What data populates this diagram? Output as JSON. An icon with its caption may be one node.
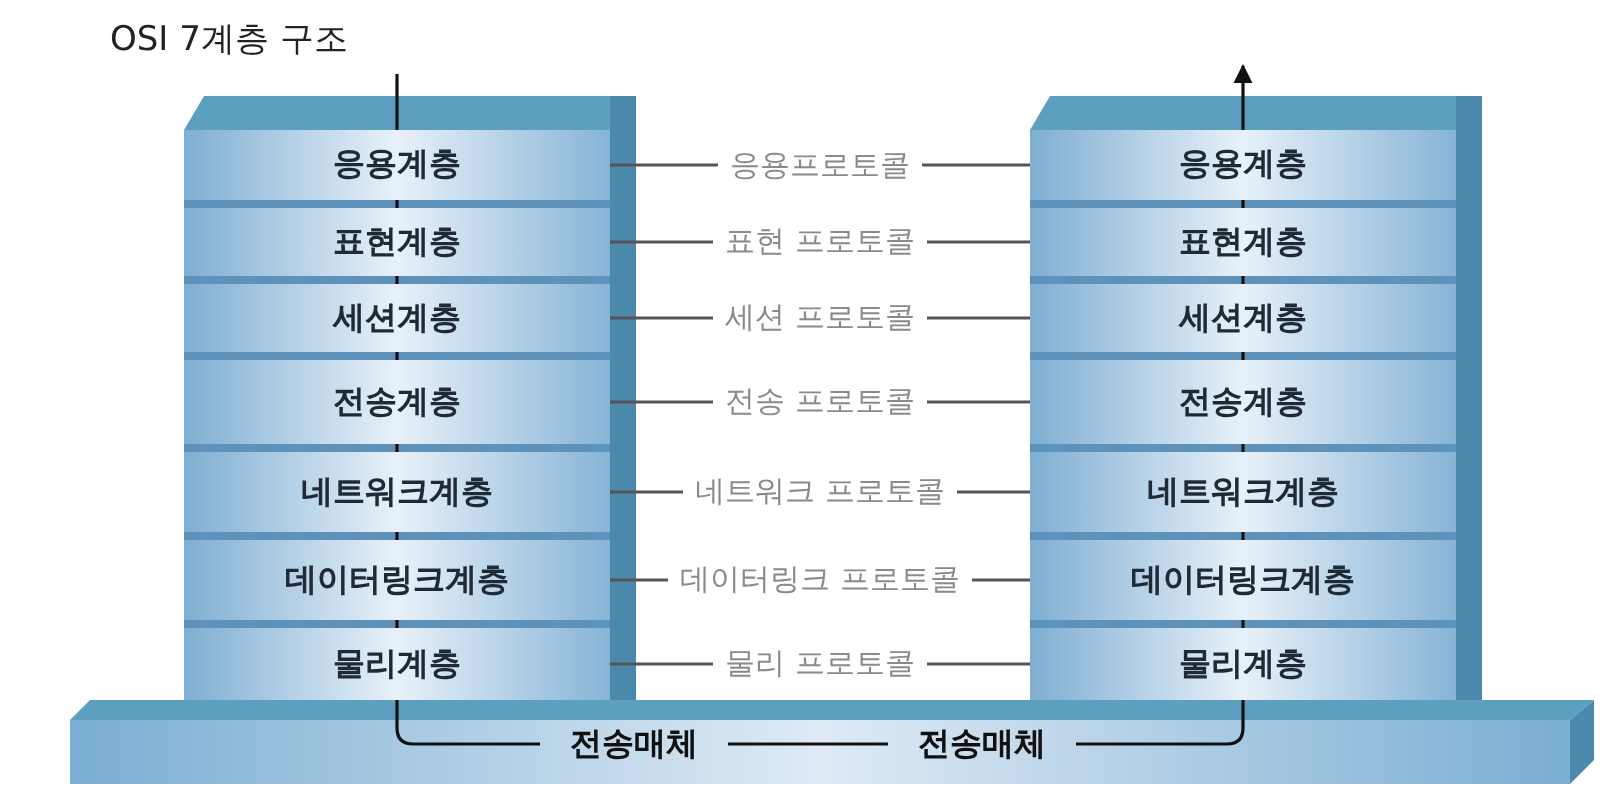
{
  "diagram": {
    "title": "OSI 7계층 구조",
    "nodes": [
      {
        "text": [],
        "shape": "box"
      },
      {
        "text": [
          "응용계층"
        ],
        "in": 0
      },
      {
        "text": [
          "표현계층"
        ],
        "in": 0
      },
      {
        "text": [
          "세션계층"
        ],
        "in": 0
      },
      {
        "text": [
          "전송계층"
        ],
        "in": 0
      },
      {
        "text": [
          "네트워크계층"
        ],
        "in": 0
      },
      {
        "text": [
          "데이터링크계층"
        ],
        "in": 0
      },
      {
        "text": [
          "물리계층"
        ],
        "in": 0
      },
      {
        "text": [],
        "shape": "box"
      },
      {
        "text": [
          "응용계층"
        ],
        "in": 8
      },
      {
        "text": [
          "표현계층"
        ],
        "in": 8
      },
      {
        "text": [
          "세션계층"
        ],
        "in": 8
      },
      {
        "text": [
          "전송계층"
        ],
        "in": 8
      },
      {
        "text": [
          "네트워크계층"
        ],
        "in": 8
      },
      {
        "text": [
          "데이터링크계층"
        ],
        "in": 8
      },
      {
        "text": [
          "물리계층"
        ],
        "in": 8
      },
      {
        "text": [],
        "shape": "bar"
      },
      {
        "text": [
          "전송매체"
        ],
        "in": 16
      },
      {
        "text": [
          "전송매체"
        ],
        "in": 16
      }
    ],
    "edges": [
      {
        "from": null,
        "to": 1,
        "arrow": "none"
      },
      {
        "from": 1,
        "to": 2,
        "arrow": "none"
      },
      {
        "from": 2,
        "to": 3,
        "arrow": "none"
      },
      {
        "from": 3,
        "to": 4,
        "arrow": "none"
      },
      {
        "from": 4,
        "to": 5,
        "arrow": "none"
      },
      {
        "from": 5,
        "to": 6,
        "arrow": "none"
      },
      {
        "from": 6,
        "to": 7,
        "arrow": "none"
      },
      {
        "from": 7,
        "to": 17,
        "arrow": "none"
      },
      {
        "from": 17,
        "to": 18,
        "arrow": "none"
      },
      {
        "from": 18,
        "to": 15,
        "arrow": "none"
      },
      {
        "from": 15,
        "to": 14,
        "arrow": "none"
      },
      {
        "from": 14,
        "to": 13,
        "arrow": "none"
      },
      {
        "from": 13,
        "to": 12,
        "arrow": "none"
      },
      {
        "from": 12,
        "to": 11,
        "arrow": "none"
      },
      {
        "from": 11,
        "to": 10,
        "arrow": "none"
      },
      {
        "from": 10,
        "to": 9,
        "arrow": "none"
      },
      {
        "from": 9,
        "to": null,
        "arrow": "to"
      },
      {
        "from": 1,
        "to": 9,
        "arrow": "none",
        "label": "응용프로토콜"
      },
      {
        "from": 2,
        "to": 10,
        "arrow": "none",
        "label": "표현 프로토콜"
      },
      {
        "from": 3,
        "to": 11,
        "arrow": "none",
        "label": "세션 프로토콜"
      },
      {
        "from": 4,
        "to": 12,
        "arrow": "none",
        "label": "전송 프로토콜"
      },
      {
        "from": 5,
        "to": 13,
        "arrow": "none",
        "label": "네트워크 프로토콜"
      },
      {
        "from": 6,
        "to": 14,
        "arrow": "none",
        "label": "데이터링크 프로토콜"
      },
      {
        "from": 7,
        "to": 15,
        "arrow": "none",
        "label": "물리 프로토콜"
      }
    ]
  }
}
